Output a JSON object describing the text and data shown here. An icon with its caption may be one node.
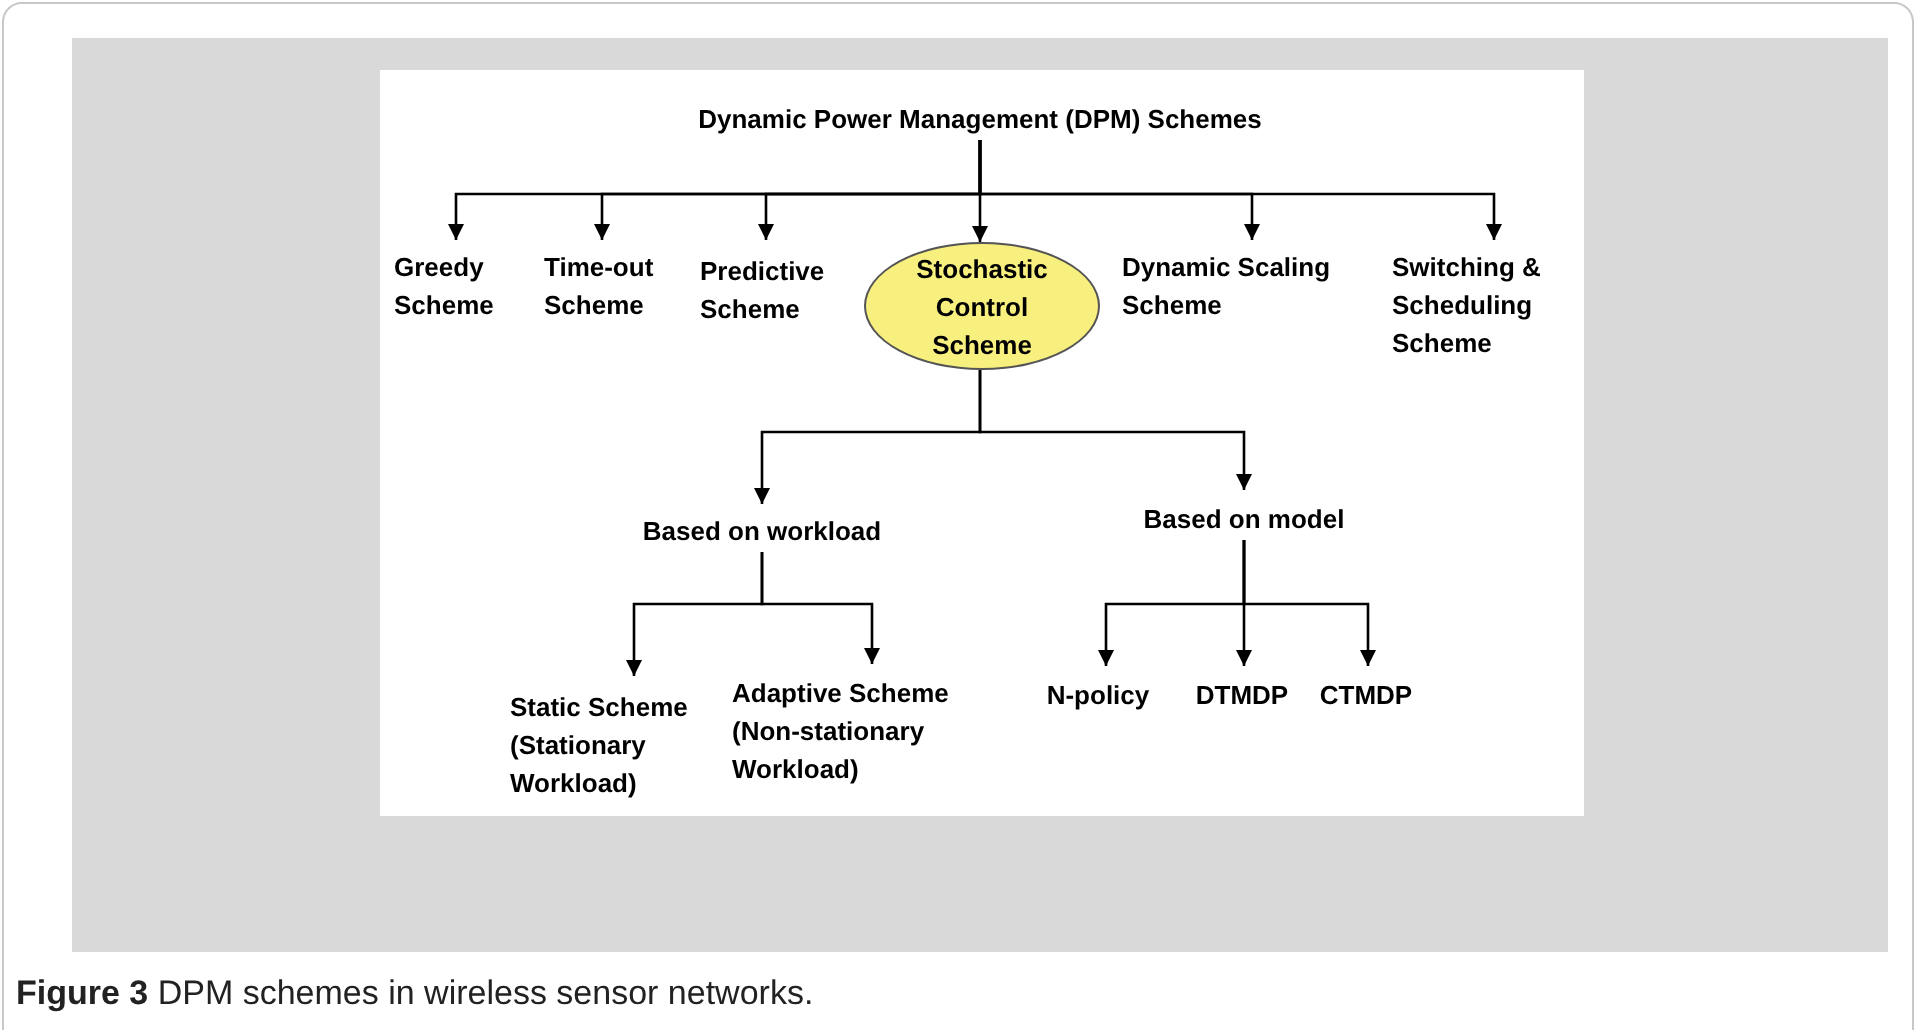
{
  "diagram": {
    "caption": "**Figure 3** DPM schemes in wireless sensor networks.",
    "nodes": [
      {
        "text": [
          "Dynamic Power Management (DPM) Schemes"
        ]
      },
      {
        "text": [
          "Greedy Scheme"
        ]
      },
      {
        "text": [
          "Time-out Scheme"
        ]
      },
      {
        "text": [
          "Predictive Scheme"
        ]
      },
      {
        "text": [
          "Stochastic Control Scheme"
        ]
      },
      {
        "text": [
          "Dynamic Scaling Scheme"
        ]
      },
      {
        "text": [
          "Switching & Scheduling Scheme"
        ]
      },
      {
        "text": [
          "Based on workload"
        ]
      },
      {
        "text": [
          "Based on model"
        ]
      },
      {
        "text": [
          "Static Scheme (Stationary Workload)"
        ]
      },
      {
        "text": [
          "Adaptive Scheme (Non-stationary Workload)"
        ]
      },
      {
        "text": [
          "N-policy"
        ]
      },
      {
        "text": [
          "DTMDP"
        ]
      },
      {
        "text": [
          "CTMDP"
        ]
      }
    ],
    "edges": [
      {
        "from": 0,
        "to": 1,
        "arrow": "to"
      },
      {
        "from": 0,
        "to": 2,
        "arrow": "to"
      },
      {
        "from": 0,
        "to": 3,
        "arrow": "to"
      },
      {
        "from": 0,
        "to": 4,
        "arrow": "to"
      },
      {
        "from": 0,
        "to": 5,
        "arrow": "to"
      },
      {
        "from": 0,
        "to": 6,
        "arrow": "to"
      },
      {
        "from": 4,
        "to": 7,
        "arrow": "to"
      },
      {
        "from": 4,
        "to": 8,
        "arrow": "to"
      },
      {
        "from": 7,
        "to": 9,
        "arrow": "to"
      },
      {
        "from": 7,
        "to": 10,
        "arrow": "to"
      },
      {
        "from": 8,
        "to": 11,
        "arrow": "to"
      },
      {
        "from": 8,
        "to": 12,
        "arrow": "to"
      },
      {
        "from": 8,
        "to": 13,
        "arrow": "to"
      }
    ]
  }
}
